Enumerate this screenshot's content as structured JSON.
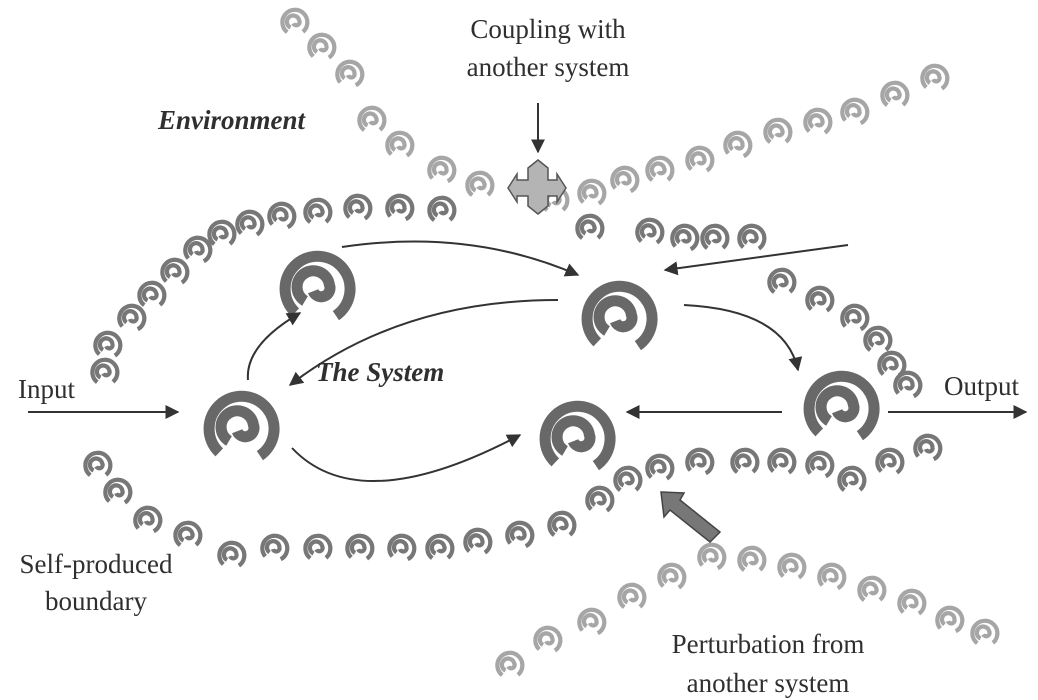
{
  "labels": {
    "coupling_1": "Coupling with",
    "coupling_2": "another system",
    "environment": "Environment",
    "the_system": "The System",
    "input": "Input",
    "output": "Output",
    "boundary_1": "Self-produced",
    "boundary_2": "boundary",
    "perturbation_1": "Perturbation from",
    "perturbation_2": "another system"
  },
  "colors": {
    "boundary_spiral": "#777777",
    "external_spiral": "#a6a6a6",
    "node_spiral": "#686868",
    "arrow": "#333333",
    "coupling_symbol": "#b4b4b4",
    "perturbation_arrow": "#777777",
    "text": "#2f2f2f"
  },
  "icons": {
    "spiral": "spiral-icon",
    "coupling": "double-arrow-cross-icon",
    "perturbation": "thick-arrow-icon"
  }
}
